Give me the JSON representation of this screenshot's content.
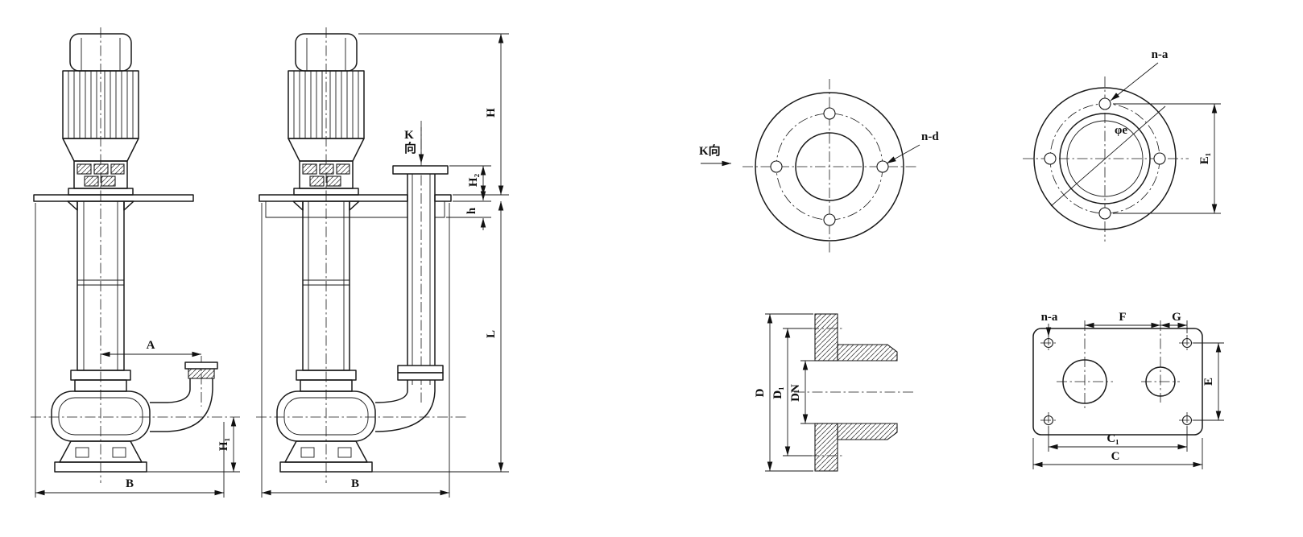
{
  "meta": {
    "ink": "#1a1a1a",
    "background": "#ffffff"
  },
  "labels": {
    "pump_left": {
      "a": "A",
      "h1": "H₁",
      "b": "B"
    },
    "pump_right": {
      "k_dir": "K向",
      "h_motor": "H",
      "h2": "H₂",
      "h_small": "h",
      "l": "L",
      "b": "B"
    },
    "flange_k_view": {
      "k_dir": "K向",
      "n_d": "n-d"
    },
    "flange_bolt_view": {
      "n_a": "n-a",
      "phi_e": "φe",
      "e1": "E₁"
    },
    "flange_section": {
      "d": "D",
      "d1": "D₁",
      "dn": "DN"
    },
    "base_plate": {
      "n_a": "n-a",
      "f": "F",
      "g": "G",
      "e": "E",
      "c1": "C₁",
      "c": "C"
    }
  }
}
